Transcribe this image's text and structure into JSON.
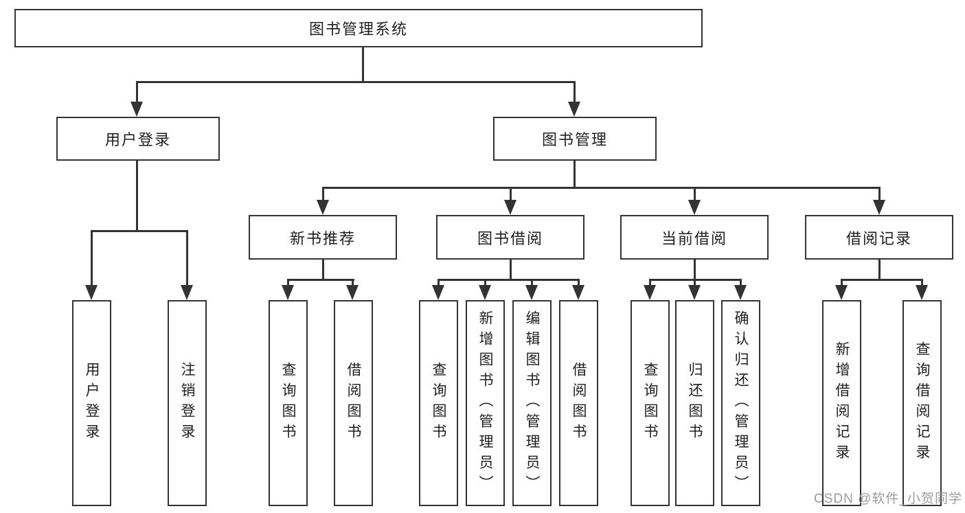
{
  "root": {
    "label": "图书管理系统"
  },
  "user_branch": {
    "label": "用户登录",
    "children": [
      {
        "label": "用户登录"
      },
      {
        "label": "注销登录"
      }
    ]
  },
  "book_branch": {
    "label": "图书管理",
    "sections": [
      {
        "label": "新书推荐",
        "children": [
          {
            "label": "查询图书"
          },
          {
            "label": "借阅图书"
          }
        ]
      },
      {
        "label": "图书借阅",
        "children": [
          {
            "label": "查询图书"
          },
          {
            "label": "新增图书（管理员）"
          },
          {
            "label": "编辑图书（管理员）"
          },
          {
            "label": "借阅图书"
          }
        ]
      },
      {
        "label": "当前借阅",
        "children": [
          {
            "label": "查询图书"
          },
          {
            "label": "归还图书"
          },
          {
            "label": "确认归还（管理员）"
          }
        ]
      },
      {
        "label": "借阅记录",
        "children": [
          {
            "label": "新增借阅记录"
          },
          {
            "label": "查询借阅记录"
          }
        ]
      }
    ]
  },
  "watermark": {
    "label": "CSDN @软件_小贺同学"
  },
  "colors": {
    "line": "#333333",
    "text": "#1f1f1f",
    "watermark": "#9c9c9c",
    "background": "#ffffff"
  }
}
